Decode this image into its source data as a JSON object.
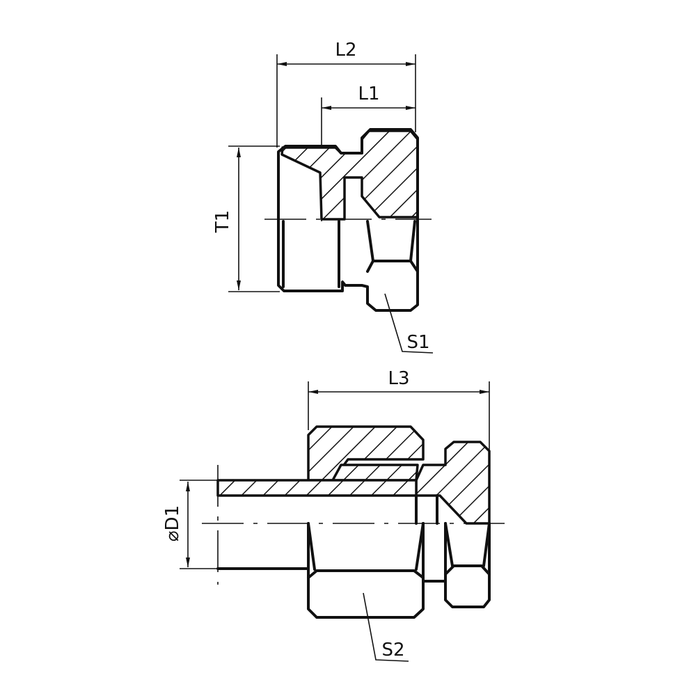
{
  "labels": {
    "l2": "L2",
    "l1": "L1",
    "t1": "T1",
    "s1": "S1",
    "l3": "L3",
    "d1": "⌀D1",
    "s2": "S2"
  },
  "colors": {
    "line": "#111111",
    "background": "#ffffff"
  }
}
